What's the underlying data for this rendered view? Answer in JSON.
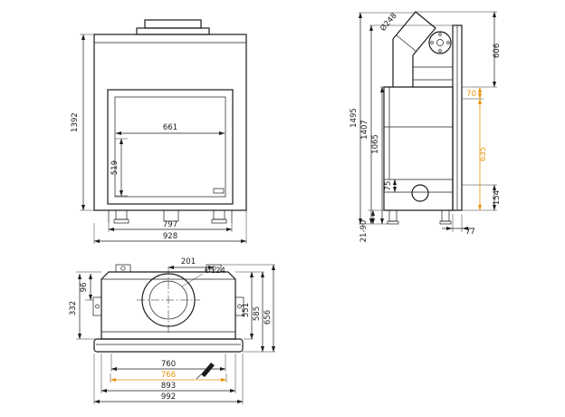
{
  "drawing": {
    "background": "#ffffff",
    "line_color": "#1c1c1c",
    "accent_color": "#e8930c",
    "views": {
      "front": {
        "overall_height": "1392",
        "glass_width": "661",
        "glass_height": "519",
        "base_width": "797",
        "overall_width": "928"
      },
      "side": {
        "flue_diameter": "Ø248",
        "flue_height": "606",
        "offset_70": "70",
        "total_height": "1495",
        "height_1407": "1407",
        "height_1065": "1065",
        "height_635": "635",
        "dim_75": "75",
        "base_height": "154",
        "foot_adjust": "21-90",
        "rear_offset": "77"
      },
      "plan": {
        "flue_offset": "201",
        "flue_diameter": "Ø124",
        "offset_96": "96",
        "depth_332": "332",
        "depth_551": "551",
        "depth_585": "585",
        "depth_656": "656",
        "opening_width": "760",
        "width_766": "766",
        "body_width": "893",
        "overall_width": "992"
      }
    }
  }
}
